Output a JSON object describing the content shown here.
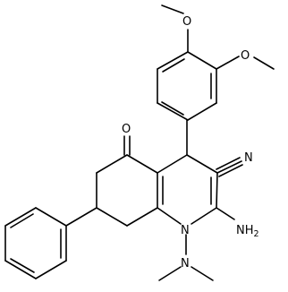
{
  "structure": {
    "atoms": {
      "o_methoxy_para": "O",
      "o_methoxy_meta": "O",
      "o_ketone": "O",
      "nitrile_n": "N",
      "amino": "NH",
      "amino_subscript": "2",
      "ring_n": "N",
      "dimethylamino_n": "N"
    }
  }
}
